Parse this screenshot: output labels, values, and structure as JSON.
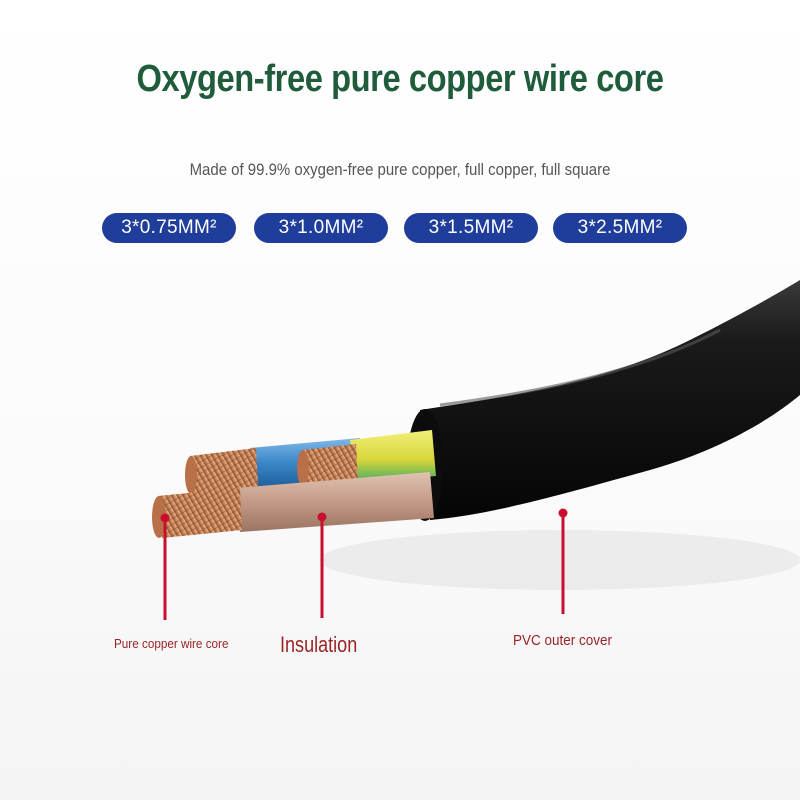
{
  "header": {
    "title": "Oxygen-free pure copper wire core",
    "subtitle": "Made of 99.9% oxygen-free pure copper, full copper, full square"
  },
  "specs": [
    {
      "label": "3*0.75MM²"
    },
    {
      "label": "3*1.0MM²"
    },
    {
      "label": "3*1.5MM²"
    },
    {
      "label": "3*2.5MM²"
    }
  ],
  "callouts": {
    "core": "Pure copper wire core",
    "insulation": "Insulation",
    "outer": "PVC outer cover"
  },
  "colors": {
    "title": "#1f5c3c",
    "pill": "#1f3d9a",
    "callout": "#9b2326",
    "jacket": "#111111",
    "copper": "#c9865a",
    "blue_wire": "#3a86c8",
    "yellow_wire": "#d8d63a",
    "brown_wire": "#c39a86"
  }
}
